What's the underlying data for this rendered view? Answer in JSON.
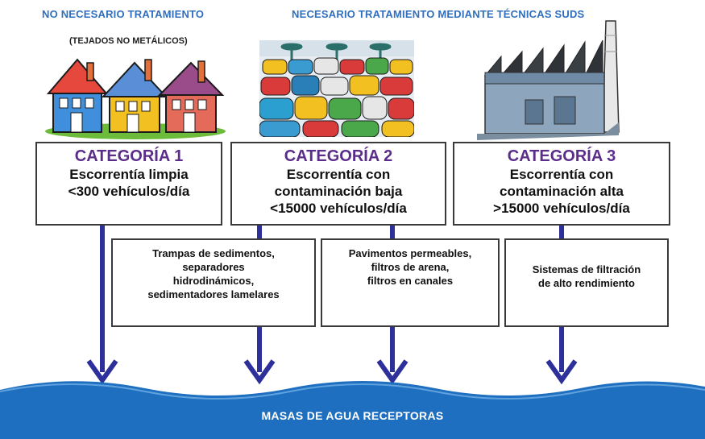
{
  "headers": {
    "left": "NO NECESARIO TRATAMIENTO",
    "right": "NECESARIO TRATAMIENTO MEDIANTE TÉCNICAS SUDS",
    "left_sub": "(TEJADOS NO METÁLICOS)"
  },
  "categories": [
    {
      "title": "CATEGORÍA 1",
      "desc": "Escorrentía limpia\n<300 vehículos/día"
    },
    {
      "title": "CATEGORÍA 2",
      "desc": "Escorrentía con\ncontaminación baja\n<15000 vehículos/día"
    },
    {
      "title": "CATEGORÍA 3",
      "desc": "Escorrentía con\ncontaminación alta\n>15000 vehículos/día"
    }
  ],
  "techniques": [
    {
      "text": "Trampas de sedimentos,\nseparadores\nhidrodinámicos,\nsedimentadores lamelares"
    },
    {
      "text": "Pavimentos permeables,\nfiltros de arena,\nfiltros en canales"
    },
    {
      "text": "Sistemas de filtración\nde alto rendimiento"
    }
  ],
  "footer": {
    "label": "MASAS DE AGUA RECEPTORAS"
  },
  "colors": {
    "header_blue": "#2f6fbe",
    "category_purple": "#5b2d8a",
    "arrow_blue": "#2d2f9a",
    "water_blue": "#1f6fc0"
  },
  "icons": {
    "houses": "houses-icon",
    "parking": "parking-lot-icon",
    "factory": "factory-icon"
  }
}
